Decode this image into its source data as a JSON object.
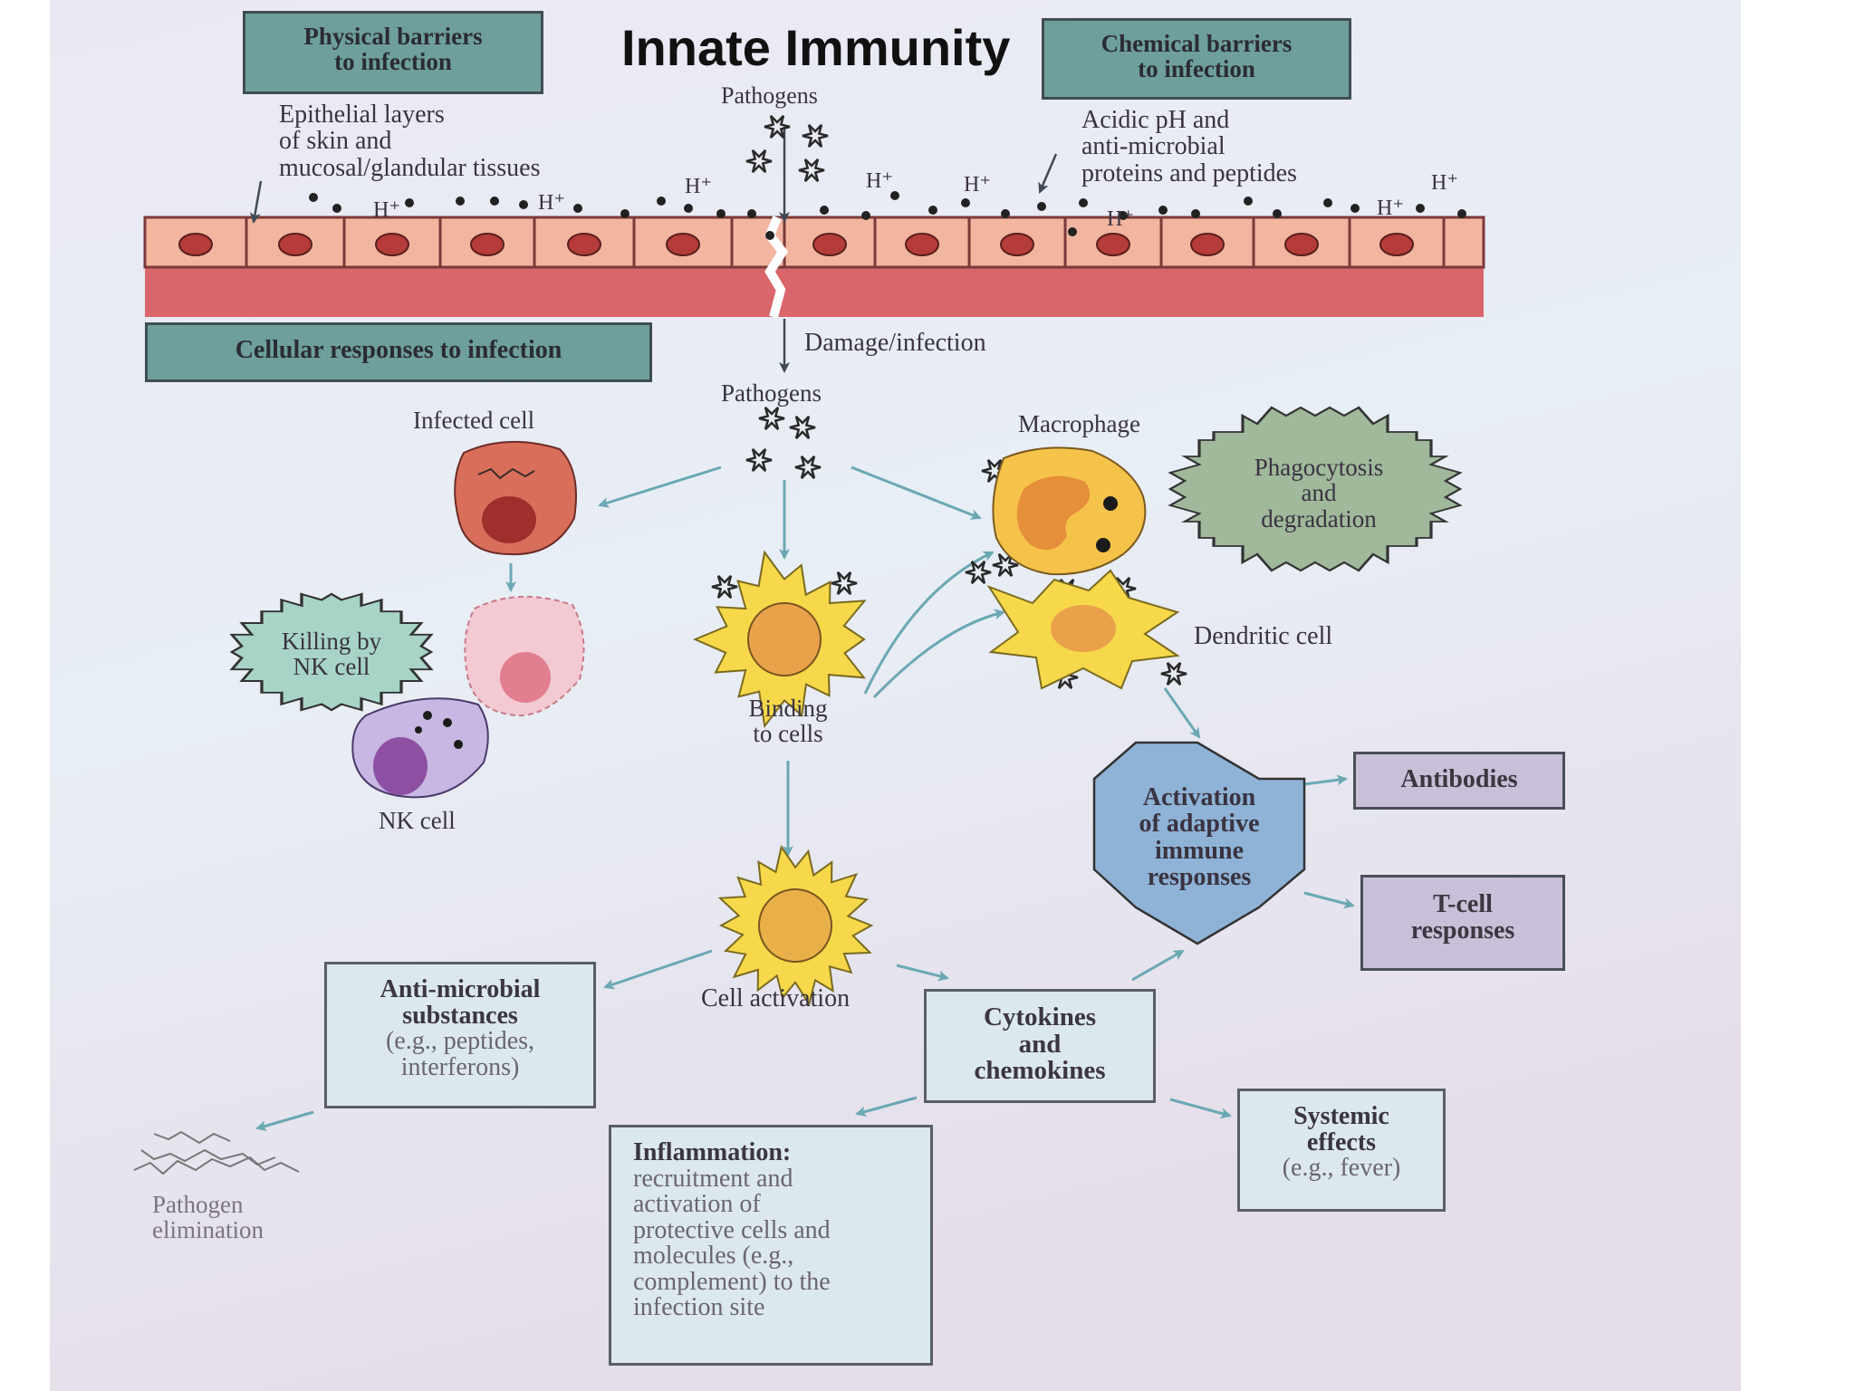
{
  "title": "Innate Immunity",
  "barriers": {
    "physical": [
      "Physical barriers",
      "to infection"
    ],
    "chemical": [
      "Chemical barriers",
      "to infection"
    ],
    "cellular": "Cellular responses to infection"
  },
  "labels": {
    "epithelial": [
      "Epithelial layers",
      "of skin and",
      "mucosal/glandular tissues"
    ],
    "acidic": [
      "Acidic pH and",
      "anti-microbial",
      "proteins and peptides"
    ],
    "hplus": "H⁺",
    "pathogens_top": "Pathogens",
    "damage": "Damage/infection",
    "pathogens_mid": "Pathogens",
    "infected_cell": "Infected cell",
    "macrophage": "Macrophage",
    "dendritic_cell": "Dendritic cell",
    "nk_cell": "NK cell",
    "binding": [
      "Binding",
      "to cells"
    ],
    "cell_activation": "Cell activation",
    "pathogen_elimination": [
      "Pathogen",
      "elimination"
    ]
  },
  "callouts": {
    "phagocytosis": [
      "Phagocytosis",
      "and",
      "degradation"
    ],
    "nk_killing": [
      "Killing by",
      "NK cell"
    ],
    "adaptive": [
      "Activation",
      "of adaptive",
      "immune",
      "responses"
    ]
  },
  "boxes": {
    "antibodies": "Antibodies",
    "tcell": [
      "T-cell",
      "responses"
    ],
    "antimicrobial": [
      "Anti-microbial",
      "substances",
      "(e.g., peptides,",
      "interferons)"
    ],
    "cytokines": [
      "Cytokines",
      "and",
      "chemokines"
    ],
    "systemic": [
      "Systemic",
      "effects",
      "(e.g., fever)"
    ],
    "inflammation_head": "Inflammation:",
    "inflammation_body": [
      "recruitment and",
      "activation of",
      "protective cells and",
      "molecules (e.g.,",
      "complement) to the",
      "infection site"
    ]
  },
  "colors": {
    "teal_box": "#6f9f9c",
    "lilac_box": "#c8bfd8",
    "arrow": "#6aa8b4",
    "epithelium": "#e38a8a",
    "cell_yellow": "#f6d84a",
    "nucleus_orange": "#e9a24a",
    "phago_burst": "#9fb99a",
    "nk_burst": "#a8d4c8",
    "hexagon": "#8fb3d6"
  }
}
